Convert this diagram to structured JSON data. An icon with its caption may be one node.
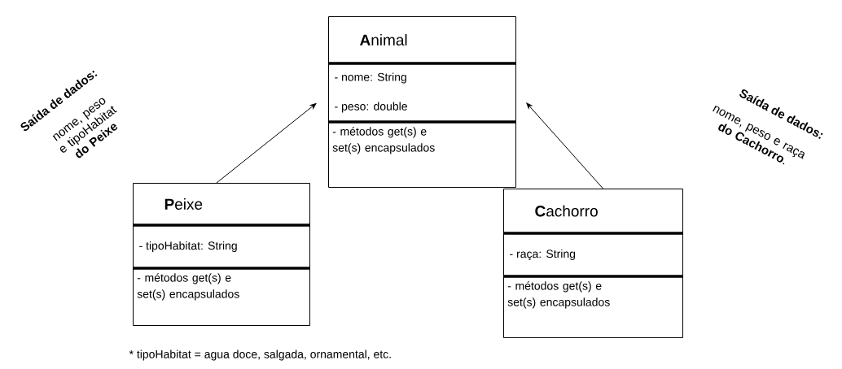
{
  "diagram": {
    "nodes": [
      {
        "text": [
          "**A**nimal",
          "- nome: String",
          "- peso: double",
          "- métodos get(s) e set(s) encapsulados"
        ]
      },
      {
        "text": [
          "**P**eixe",
          "- tipoHabitat: String",
          "- métodos get(s) e set(s) encapsulados"
        ]
      },
      {
        "text": [
          "**C**achorro",
          "- raça: String",
          "- métodos get(s) e set(s) encapsulados"
        ]
      }
    ],
    "edges": [
      {
        "from": 1,
        "to": 0,
        "arrow": "to"
      },
      {
        "from": 2,
        "to": 0,
        "arrow": "to"
      }
    ],
    "labels": [
      "Saída de dados:",
      "nome, peso e tipoHabitat **do Peixe**",
      "Saída de dados:",
      "nome, peso e raça **do Cachorro**.",
      "* tipoHabitat = agua doce, salgada, ornamental, etc."
    ]
  }
}
